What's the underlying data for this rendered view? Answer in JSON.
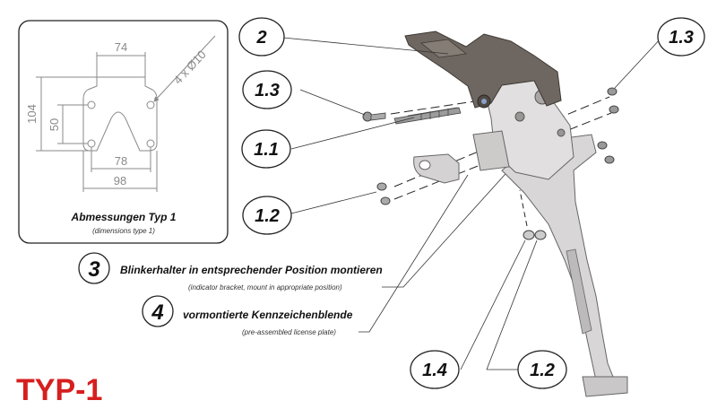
{
  "dimensions_box": {
    "width_top": "74",
    "holes": "4 x Ø10",
    "height_outer": "104",
    "height_inner": "50",
    "width_mid": "78",
    "width_bottom": "98",
    "title": "Abmessungen Typ 1",
    "subtitle": "(dimensions type 1)"
  },
  "callouts": {
    "c2": "2",
    "c13_top": "1.3",
    "c13_left": "1.3",
    "c11": "1.1",
    "c12_left": "1.2",
    "c14": "1.4",
    "c12_bottom": "1.2"
  },
  "steps": [
    {
      "number": "3",
      "text": "Blinkerhalter in entsprechender Position montieren",
      "sub": "(indicator bracket, mount in appropriate position)"
    },
    {
      "number": "4",
      "text": "vormontierte Kennzeichenblende",
      "sub": "(pre-assembled license plate)"
    }
  ],
  "type_label": "TYP-1",
  "colors": {
    "type_label": "#d61f1f",
    "bracket_dark": "#6e6660",
    "bracket_light": "#d8d6d6",
    "dimension": "#8a8a8a"
  }
}
